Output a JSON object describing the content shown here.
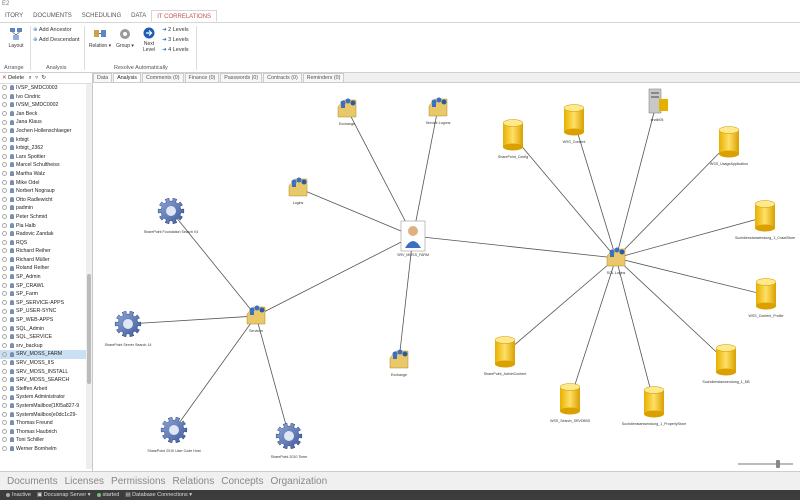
{
  "window": {
    "title_fragment": "E2"
  },
  "ribbon_tabs": [
    {
      "label": "ITORY",
      "active": false
    },
    {
      "label": "DOCUMENTS",
      "active": false
    },
    {
      "label": "SCHEDULING",
      "active": false
    },
    {
      "label": "DATA",
      "active": false
    },
    {
      "label": "IT CORRELATIONS",
      "active": true
    }
  ],
  "ribbon": {
    "layout_label": "Layout",
    "add_ancestor": "Add Ancestor",
    "add_descendant": "Add Descendant",
    "relation_label": "Relation",
    "group_label": "Group",
    "next_level_label": "Next Level",
    "levels": [
      "2 Levels",
      "3 Levels",
      "4 Levels"
    ],
    "groups": {
      "arrange": "Arrange",
      "analysis": "Analysis",
      "resolve": "Resolve Automatically"
    }
  },
  "left_toolbar": {
    "delete_label": "Delete"
  },
  "tree_items": [
    {
      "label": "IVSP_SMDC0003"
    },
    {
      "label": "Ivo Cindric"
    },
    {
      "label": "IVSM_SMDC0002"
    },
    {
      "label": "Jan Beck"
    },
    {
      "label": "Jana Klaus"
    },
    {
      "label": "Jochen Hollenschlaeger"
    },
    {
      "label": "krbigt"
    },
    {
      "label": "krbigt_2362"
    },
    {
      "label": "Lars Spottier"
    },
    {
      "label": "Marcel Schultheiss"
    },
    {
      "label": "Martha Walz"
    },
    {
      "label": "Mike Odel"
    },
    {
      "label": "Norbert Nograup"
    },
    {
      "label": "Otto Radlewicht"
    },
    {
      "label": "padmin"
    },
    {
      "label": "Peter Schmid"
    },
    {
      "label": "Pia Halb"
    },
    {
      "label": "Radovic Zandak"
    },
    {
      "label": "RQS"
    },
    {
      "label": "Richard Reiher"
    },
    {
      "label": "Richard Müller"
    },
    {
      "label": "Roland Reiher"
    },
    {
      "label": "SP_Admin"
    },
    {
      "label": "SP_CRAWL"
    },
    {
      "label": "SP_Farm"
    },
    {
      "label": "SP_SERVICE-APPS"
    },
    {
      "label": "SP_USER-SYNC"
    },
    {
      "label": "SP_WEB-APPS"
    },
    {
      "label": "SQL_Admin"
    },
    {
      "label": "SQL_SERVICE"
    },
    {
      "label": "srv_backup"
    },
    {
      "label": "SRV_MOSS_FARM",
      "selected": true
    },
    {
      "label": "SRV_MOSS_IIS"
    },
    {
      "label": "SRV_MOSS_INSTALL"
    },
    {
      "label": "SRV_MOSS_SEARCH"
    },
    {
      "label": "Steffen Arbeit"
    },
    {
      "label": "System Administrator"
    },
    {
      "label": "SystemMailbox{1f05a827-9"
    },
    {
      "label": "SystemMailbox{e0dc1c29-"
    },
    {
      "label": "Thomas Freund"
    },
    {
      "label": "Thomas Haubrich"
    },
    {
      "label": "Toni Schiller"
    },
    {
      "label": "Werner Bornhelm"
    }
  ],
  "detail_tabs": [
    {
      "label": "Data",
      "active": false
    },
    {
      "label": "Analysis",
      "active": true
    },
    {
      "label": "Comments (0)",
      "active": false
    },
    {
      "label": "Finance (0)",
      "active": false
    },
    {
      "label": "Passwords (0)",
      "active": false
    },
    {
      "label": "Contracts (0)",
      "active": false
    },
    {
      "label": "Reminders (0)",
      "active": false
    }
  ],
  "graph": {
    "nodes": [
      {
        "id": "user",
        "type": "user",
        "label": "SRV_MOSS_FARM"
      },
      {
        "id": "exch1",
        "type": "group",
        "label": "Exchange"
      },
      {
        "id": "svclogons",
        "type": "group",
        "label": "Service Logons"
      },
      {
        "id": "logins",
        "type": "group",
        "label": "Logins"
      },
      {
        "id": "exch2",
        "type": "group",
        "label": "Exchange"
      },
      {
        "id": "services",
        "type": "group",
        "label": "Services"
      },
      {
        "id": "sqllogins",
        "type": "group",
        "label": "SQL Logins"
      },
      {
        "id": "gear1",
        "type": "service",
        "label": "SharePoint Foundation Search V4"
      },
      {
        "id": "gear2",
        "type": "service",
        "label": "SharePoint Server Search 14"
      },
      {
        "id": "gear3",
        "type": "service",
        "label": "SharePoint 2010 User Code Host"
      },
      {
        "id": "gear4",
        "type": "service",
        "label": "SharePoint 2010 Timer"
      },
      {
        "id": "server",
        "type": "server",
        "label": "srvdb05"
      },
      {
        "id": "db1",
        "type": "db",
        "label": "SharePoint_Config"
      },
      {
        "id": "db2",
        "type": "db",
        "label": "WSS_Content"
      },
      {
        "id": "db3",
        "type": "db",
        "label": "WSS_UsageApplication"
      },
      {
        "id": "db4",
        "type": "db",
        "label": "Suchdienstanwendung_1_CrawlStore"
      },
      {
        "id": "db5",
        "type": "db",
        "label": "WSS_Content_Profile"
      },
      {
        "id": "db6",
        "type": "db",
        "label": "Suchdienstanwendung_1_DB"
      },
      {
        "id": "db7",
        "type": "db",
        "label": "Suchdienstanwendung_1_PropertyStore"
      },
      {
        "id": "db8",
        "type": "db",
        "label": "WSS_Search_SRVDB05"
      },
      {
        "id": "db9",
        "type": "db",
        "label": "SharePoint_AdminContent"
      }
    ]
  },
  "bottom_nav": [
    "Documents",
    "Licenses",
    "Permissions",
    "Relations",
    "Concepts",
    "Organization"
  ],
  "status": {
    "state": "Inactive",
    "server": "Docusnap Server",
    "server_state": "started",
    "db": "Database Connections"
  }
}
